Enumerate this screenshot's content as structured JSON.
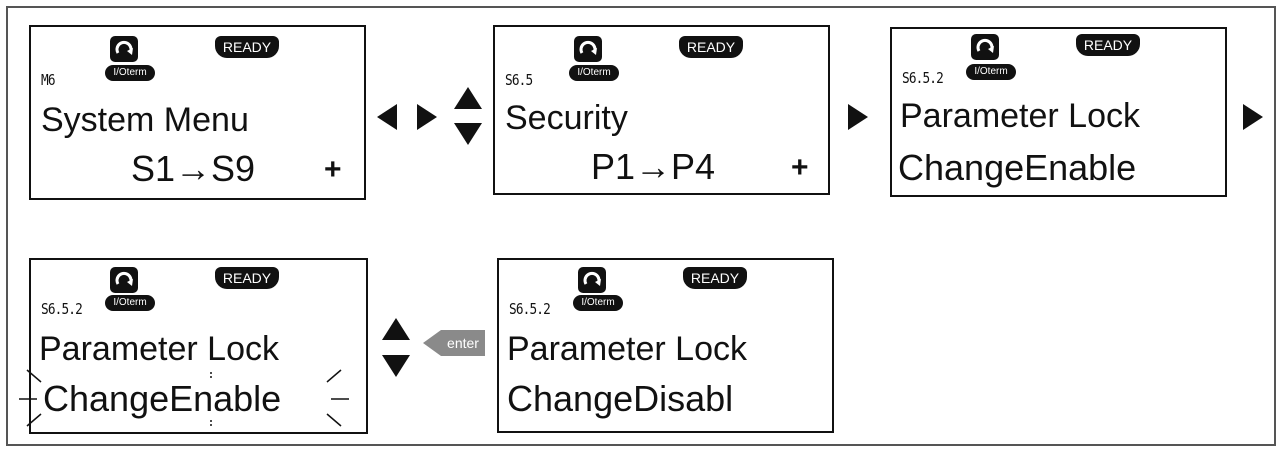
{
  "panels": [
    {
      "code": "M6",
      "line1": "System Menu",
      "line2": "S1→S9",
      "plus": "+",
      "ready": "READY",
      "ioterm": "I/Oterm"
    },
    {
      "code": "S6.5",
      "line1": "Security",
      "line2": "P1→P4",
      "plus": "+",
      "ready": "READY",
      "ioterm": "I/Oterm"
    },
    {
      "code": "S6.5.2",
      "line1": "Parameter Lock",
      "line2": "ChangeEnable",
      "ready": "READY",
      "ioterm": "I/Oterm"
    },
    {
      "code": "S6.5.2",
      "line1": "Parameter Lock",
      "line2": "ChangeEnable",
      "ready": "READY",
      "ioterm": "I/Oterm"
    },
    {
      "code": "S6.5.2",
      "line1": "Parameter Lock",
      "line2": "ChangeDisabl",
      "ready": "READY",
      "ioterm": "I/Oterm"
    }
  ],
  "enter_label": "enter",
  "icons": {
    "run": "rotate-arrow-icon",
    "ready": "ready-badge-icon",
    "ioterm": "ioterm-badge-icon"
  },
  "colors": {
    "enter_button": "#8a8a8a",
    "border": "#111111"
  }
}
